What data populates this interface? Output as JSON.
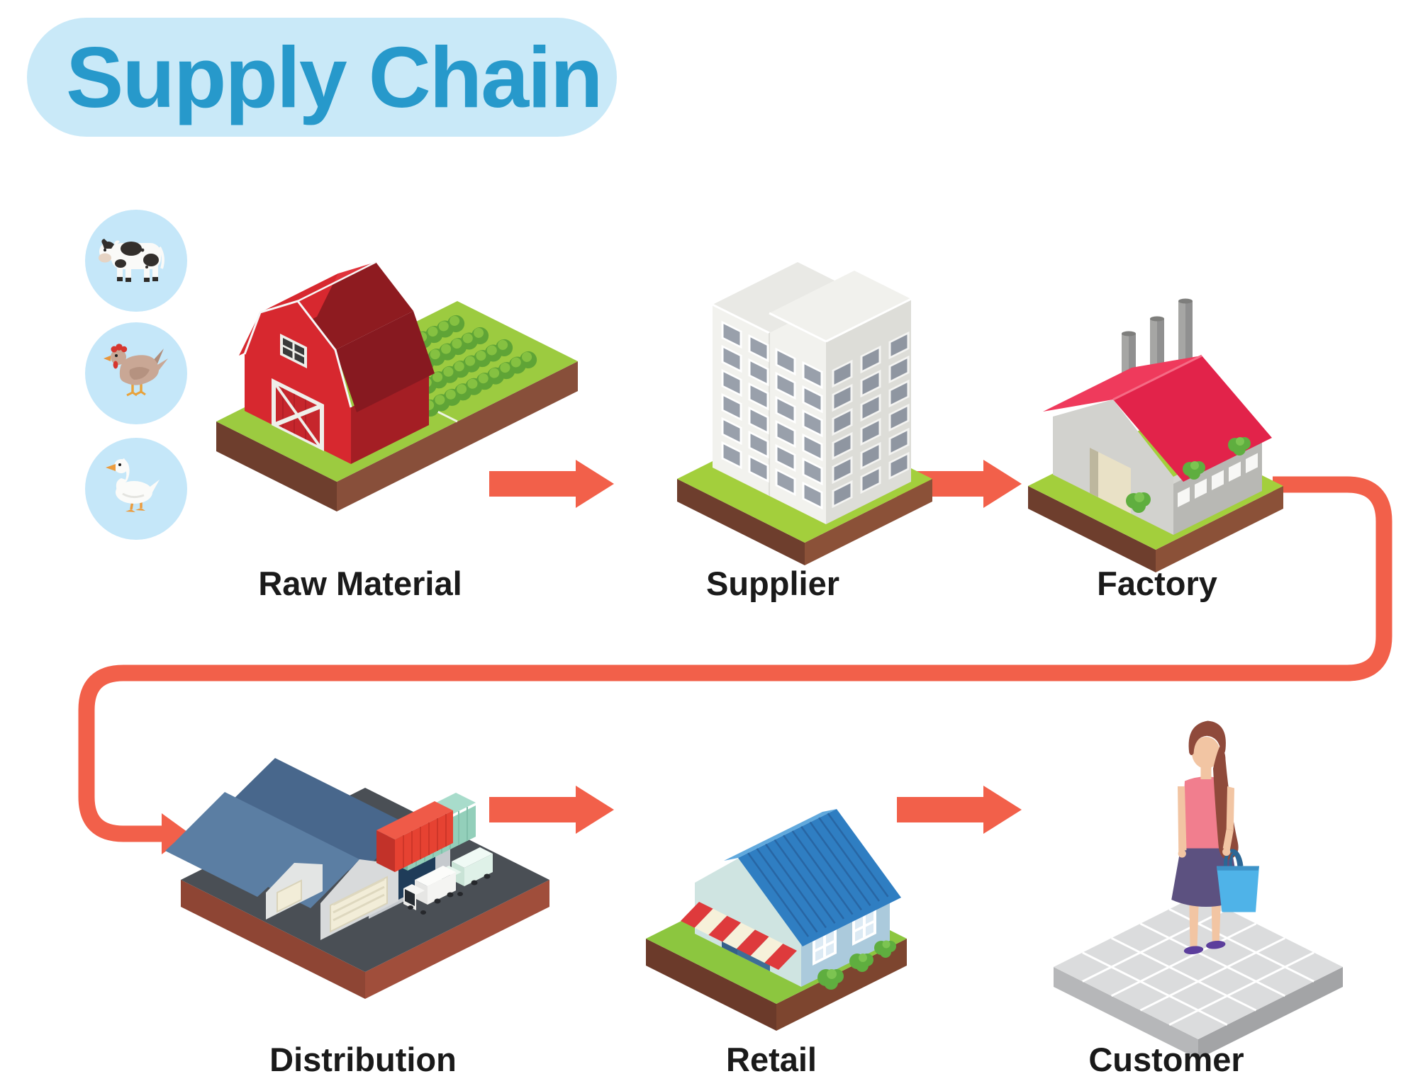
{
  "title": {
    "text": "Supply Chain"
  },
  "stages": [
    {
      "id": "raw-material",
      "label": "Raw Material"
    },
    {
      "id": "supplier",
      "label": "Supplier"
    },
    {
      "id": "factory",
      "label": "Factory"
    },
    {
      "id": "distribution",
      "label": "Distribution"
    },
    {
      "id": "retail",
      "label": "Retail"
    },
    {
      "id": "customer",
      "label": "Customer"
    }
  ],
  "raw_material_icons": [
    {
      "name": "cow-icon"
    },
    {
      "name": "chicken-icon"
    },
    {
      "name": "duck-icon"
    }
  ],
  "flow": {
    "sequence": [
      "Raw Material",
      "Supplier",
      "Factory",
      "Distribution",
      "Retail",
      "Customer"
    ]
  },
  "colors": {
    "accent": "#F2604A",
    "title-text": "#2799CB",
    "title-bubble": "#C9E9F8",
    "icon-circle": "#C5E7F9",
    "label-text": "#1A1A1A",
    "background": "#FFFFFF"
  }
}
